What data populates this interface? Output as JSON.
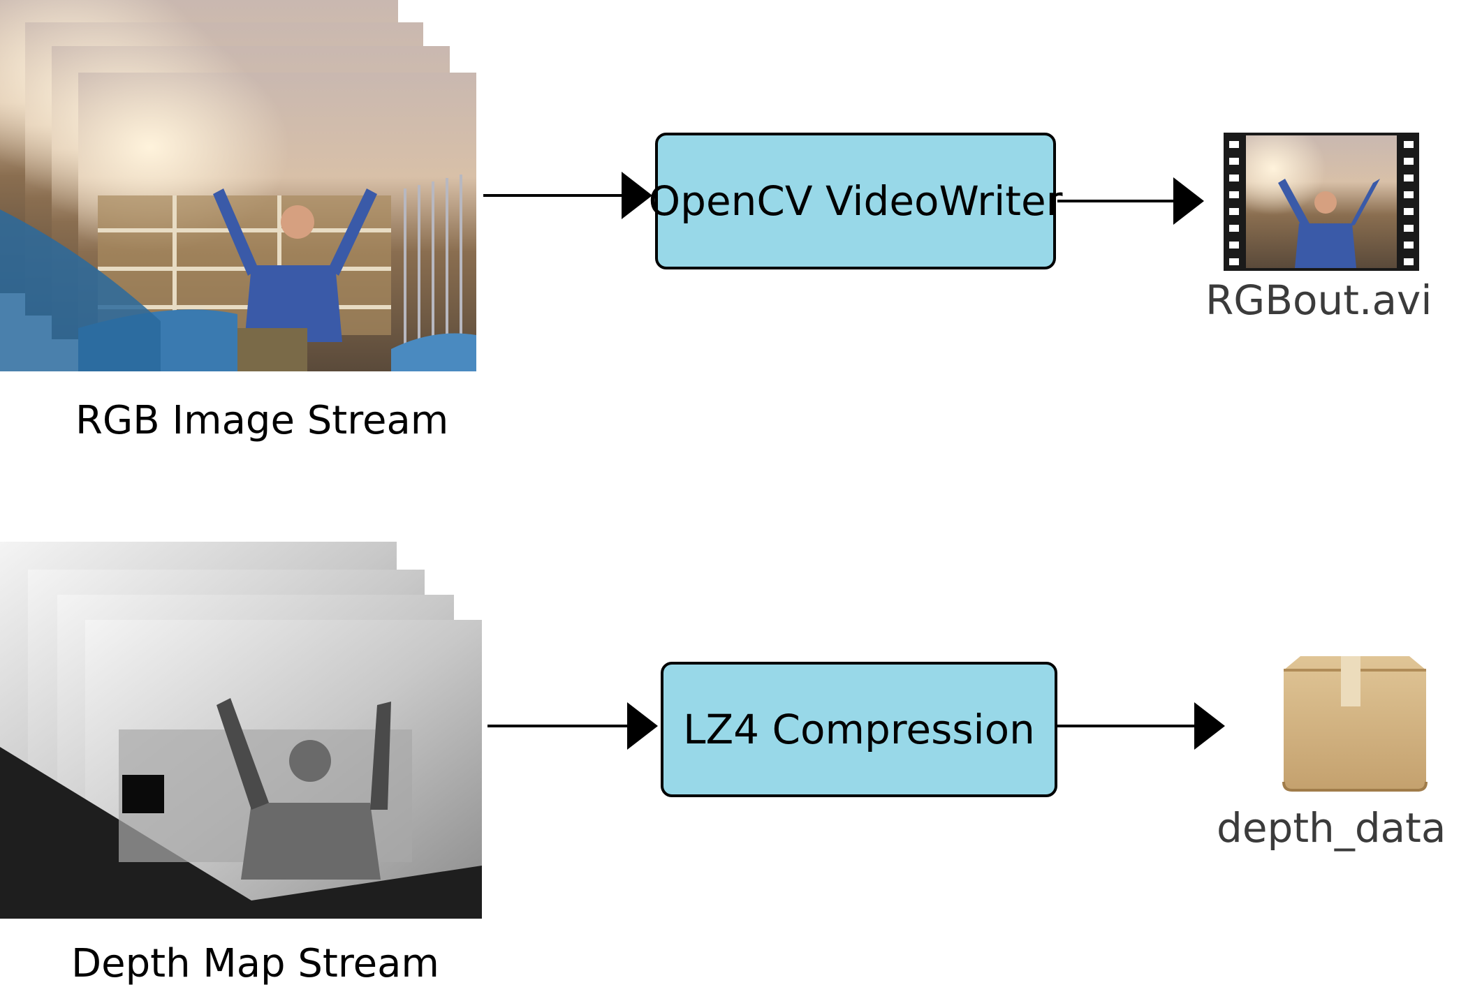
{
  "rgb_stream": {
    "label": "RGB Image Stream"
  },
  "depth_stream": {
    "label": "Depth Map Stream"
  },
  "rgb_process": {
    "label": "OpenCV VideoWriter"
  },
  "depth_process": {
    "label": "LZ4 Compression"
  },
  "rgb_output": {
    "filename": "RGBout.avi",
    "icon": "video-file-icon"
  },
  "depth_output": {
    "filename": "depth_data",
    "icon": "archive-box-icon"
  },
  "colors": {
    "process_fill": "#98d8e8",
    "arrow": "#000000",
    "box_icon": "#c9a97a"
  }
}
